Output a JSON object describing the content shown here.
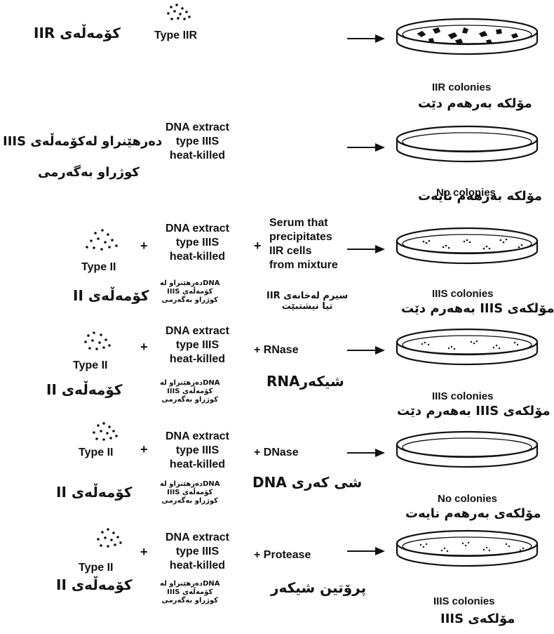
{
  "rows": [
    {
      "dots_label": "Type IIR",
      "ku_cell": "کۆمەڵەی IIR",
      "plate_label": "IIR colonies",
      "plate_ku": "مۆلکە بەرهەم دێت"
    },
    {
      "dna_lines": [
        "DNA extract",
        "type IIIS",
        "heat-killed"
      ],
      "ku_dna_lines": [
        "دەرهێنراو لەکۆمەڵەی IIIS",
        "کوژراو بەگەرمی"
      ],
      "plate_label": "No colonies",
      "plate_ku": "مۆلکە بەرهەم نایەت"
    },
    {
      "dots_label": "Type II",
      "ku_cell": "کۆمەڵەی II",
      "dna_lines": [
        "DNA extract",
        "type IIIS",
        "heat-killed"
      ],
      "ku_dna_lines": [
        "DNAدەرهێنراو لە",
        "کۆمەڵەی IIIS",
        "کوژراو بەگەرمی"
      ],
      "agent_lines": [
        "Serum that",
        "precipitates",
        "IIR cells",
        "from mixture"
      ],
      "ku_agent_lines": [
        "سیرم لەخانەی IIR",
        "تیا نیشتبێت"
      ],
      "plate_label": "IIIS colonies",
      "plate_ku": "مۆلکەی IIIS بەهەرم دێت"
    },
    {
      "dots_label": "Type II",
      "ku_cell": "کۆمەڵەی II",
      "dna_lines": [
        "DNA extract",
        "type IIIS",
        "heat-killed"
      ],
      "ku_dna_lines": [
        "DNAدەرهێنراو لە",
        "کۆمەڵەی IIIS",
        "کوژراو بەگەرمی"
      ],
      "agent_lines": [
        "+ RNase"
      ],
      "ku_agent_lines": [
        "RNAشیکەر"
      ],
      "plate_label": "IIIS colonies",
      "plate_ku": "مۆلکەی IIIS بەهەرم دێت"
    },
    {
      "dots_label": "Type II",
      "ku_cell": "کۆمەڵەی II",
      "dna_lines": [
        "DNA extract",
        "type IIIS",
        "heat-killed"
      ],
      "ku_dna_lines": [
        "DNAدەرهێنراو لە",
        "کۆمەڵەی IIIS",
        "کوژراو بەگەرمی"
      ],
      "agent_lines": [
        "+ DNase"
      ],
      "ku_agent_lines": [
        "شی کەری DNA"
      ],
      "plate_label": "No colonies",
      "plate_ku": "مۆلکەی بەرهەم نایەت"
    },
    {
      "dots_label": "Type II",
      "ku_cell": "کۆمەڵەی II",
      "dna_lines": [
        "DNA extract",
        "type IIIS",
        "heat-killed"
      ],
      "ku_dna_lines": [
        "DNAدەرهێنراو لە",
        "کۆمەڵەی IIIS",
        "کوژراو بەگەرمی"
      ],
      "agent_lines": [
        "+ Protease"
      ],
      "ku_agent_lines": [
        "پرۆتین شیکەر"
      ],
      "plate_label": "IIIS colonies",
      "plate_ku": "مۆلکەی IIIS"
    }
  ],
  "plus_sign": "+"
}
